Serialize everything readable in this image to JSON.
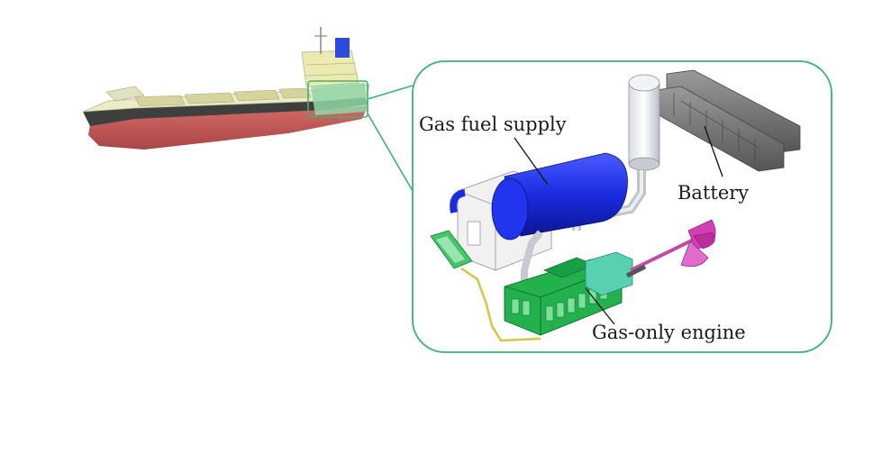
{
  "labels": {
    "gas_fuel_supply": "Gas fuel supply",
    "battery": "Battery",
    "gas_only_engine": "Gas-only engine"
  },
  "colors": {
    "callout_frame": "#3cb371",
    "hull_red": "#c95555",
    "hull_dark": "#3f3f3f",
    "deck_cream": "#ecebc8",
    "tank_blue": "#1a2be0",
    "engine_green": "#22b14c",
    "battery_gray": "#7d7d7d",
    "propeller_magenta": "#d43fb6",
    "fuel_line_yellow": "#d4c84a"
  },
  "icons": [
    "ship-illustration",
    "gas-fuel-tank",
    "battery-pack",
    "gas-engine",
    "propeller"
  ]
}
